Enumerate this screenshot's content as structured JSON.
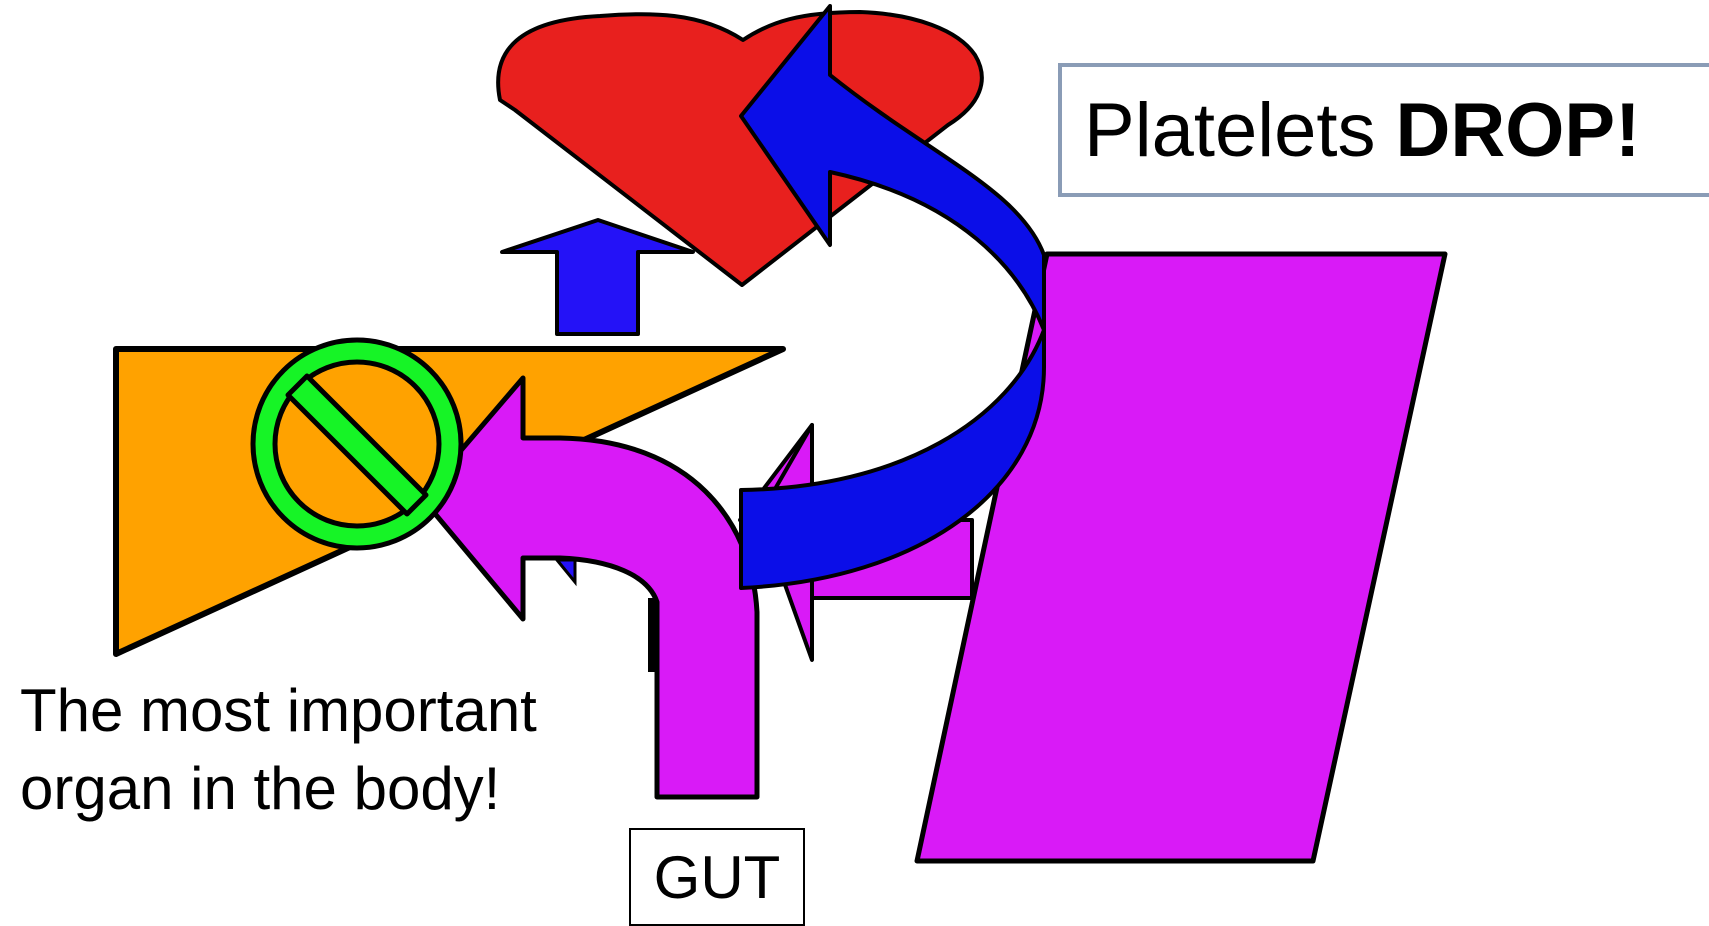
{
  "title": {
    "text_regular": "Platelets",
    "text_bold": "DROP!"
  },
  "caption": {
    "line1": "The most important",
    "line2": "organ in the body!"
  },
  "gut_label": "GUT",
  "colors": {
    "heart": "#e8201e",
    "liver": "#ffa200",
    "spleen": "#d91af7",
    "up_arrow": "#2412f7",
    "blue_curved_arrow": "#0b0ee8",
    "magenta_arrow": "#d91af7",
    "no_symbol": "#16f426",
    "outline": "#000000",
    "title_border": "#8a9cb6"
  },
  "icons": [
    "heart-shape",
    "liver-shape",
    "spleen-shape",
    "up-arrow",
    "curved-arrow-blue",
    "curved-arrow-magenta",
    "no-symbol-icon"
  ]
}
